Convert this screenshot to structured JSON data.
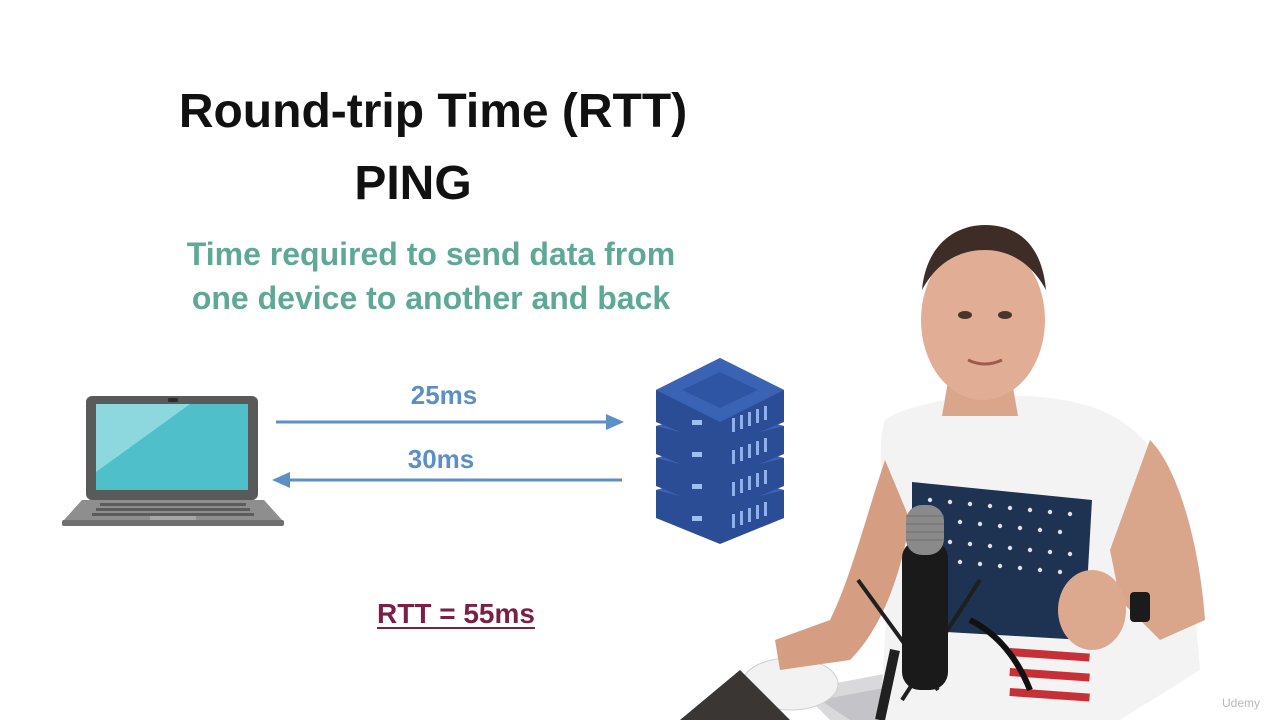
{
  "slide": {
    "title": "Round-trip Time (RTT)",
    "subtitle": "PING",
    "definition_line1": "Time required to send data from",
    "definition_line2": "one device to another and back",
    "outbound_latency": "25ms",
    "return_latency": "30ms",
    "rtt_result": "RTT = 55ms"
  },
  "icons": {
    "client": "laptop-icon",
    "server": "server-stack-icon",
    "outbound": "arrow-right-icon",
    "return": "arrow-left-icon"
  },
  "colors": {
    "title": "#111111",
    "definition": "#5fa897",
    "latency": "#5d8fc7",
    "rtt": "#7a1f45",
    "server": "#2b4d96"
  },
  "watermark": "Udemy"
}
